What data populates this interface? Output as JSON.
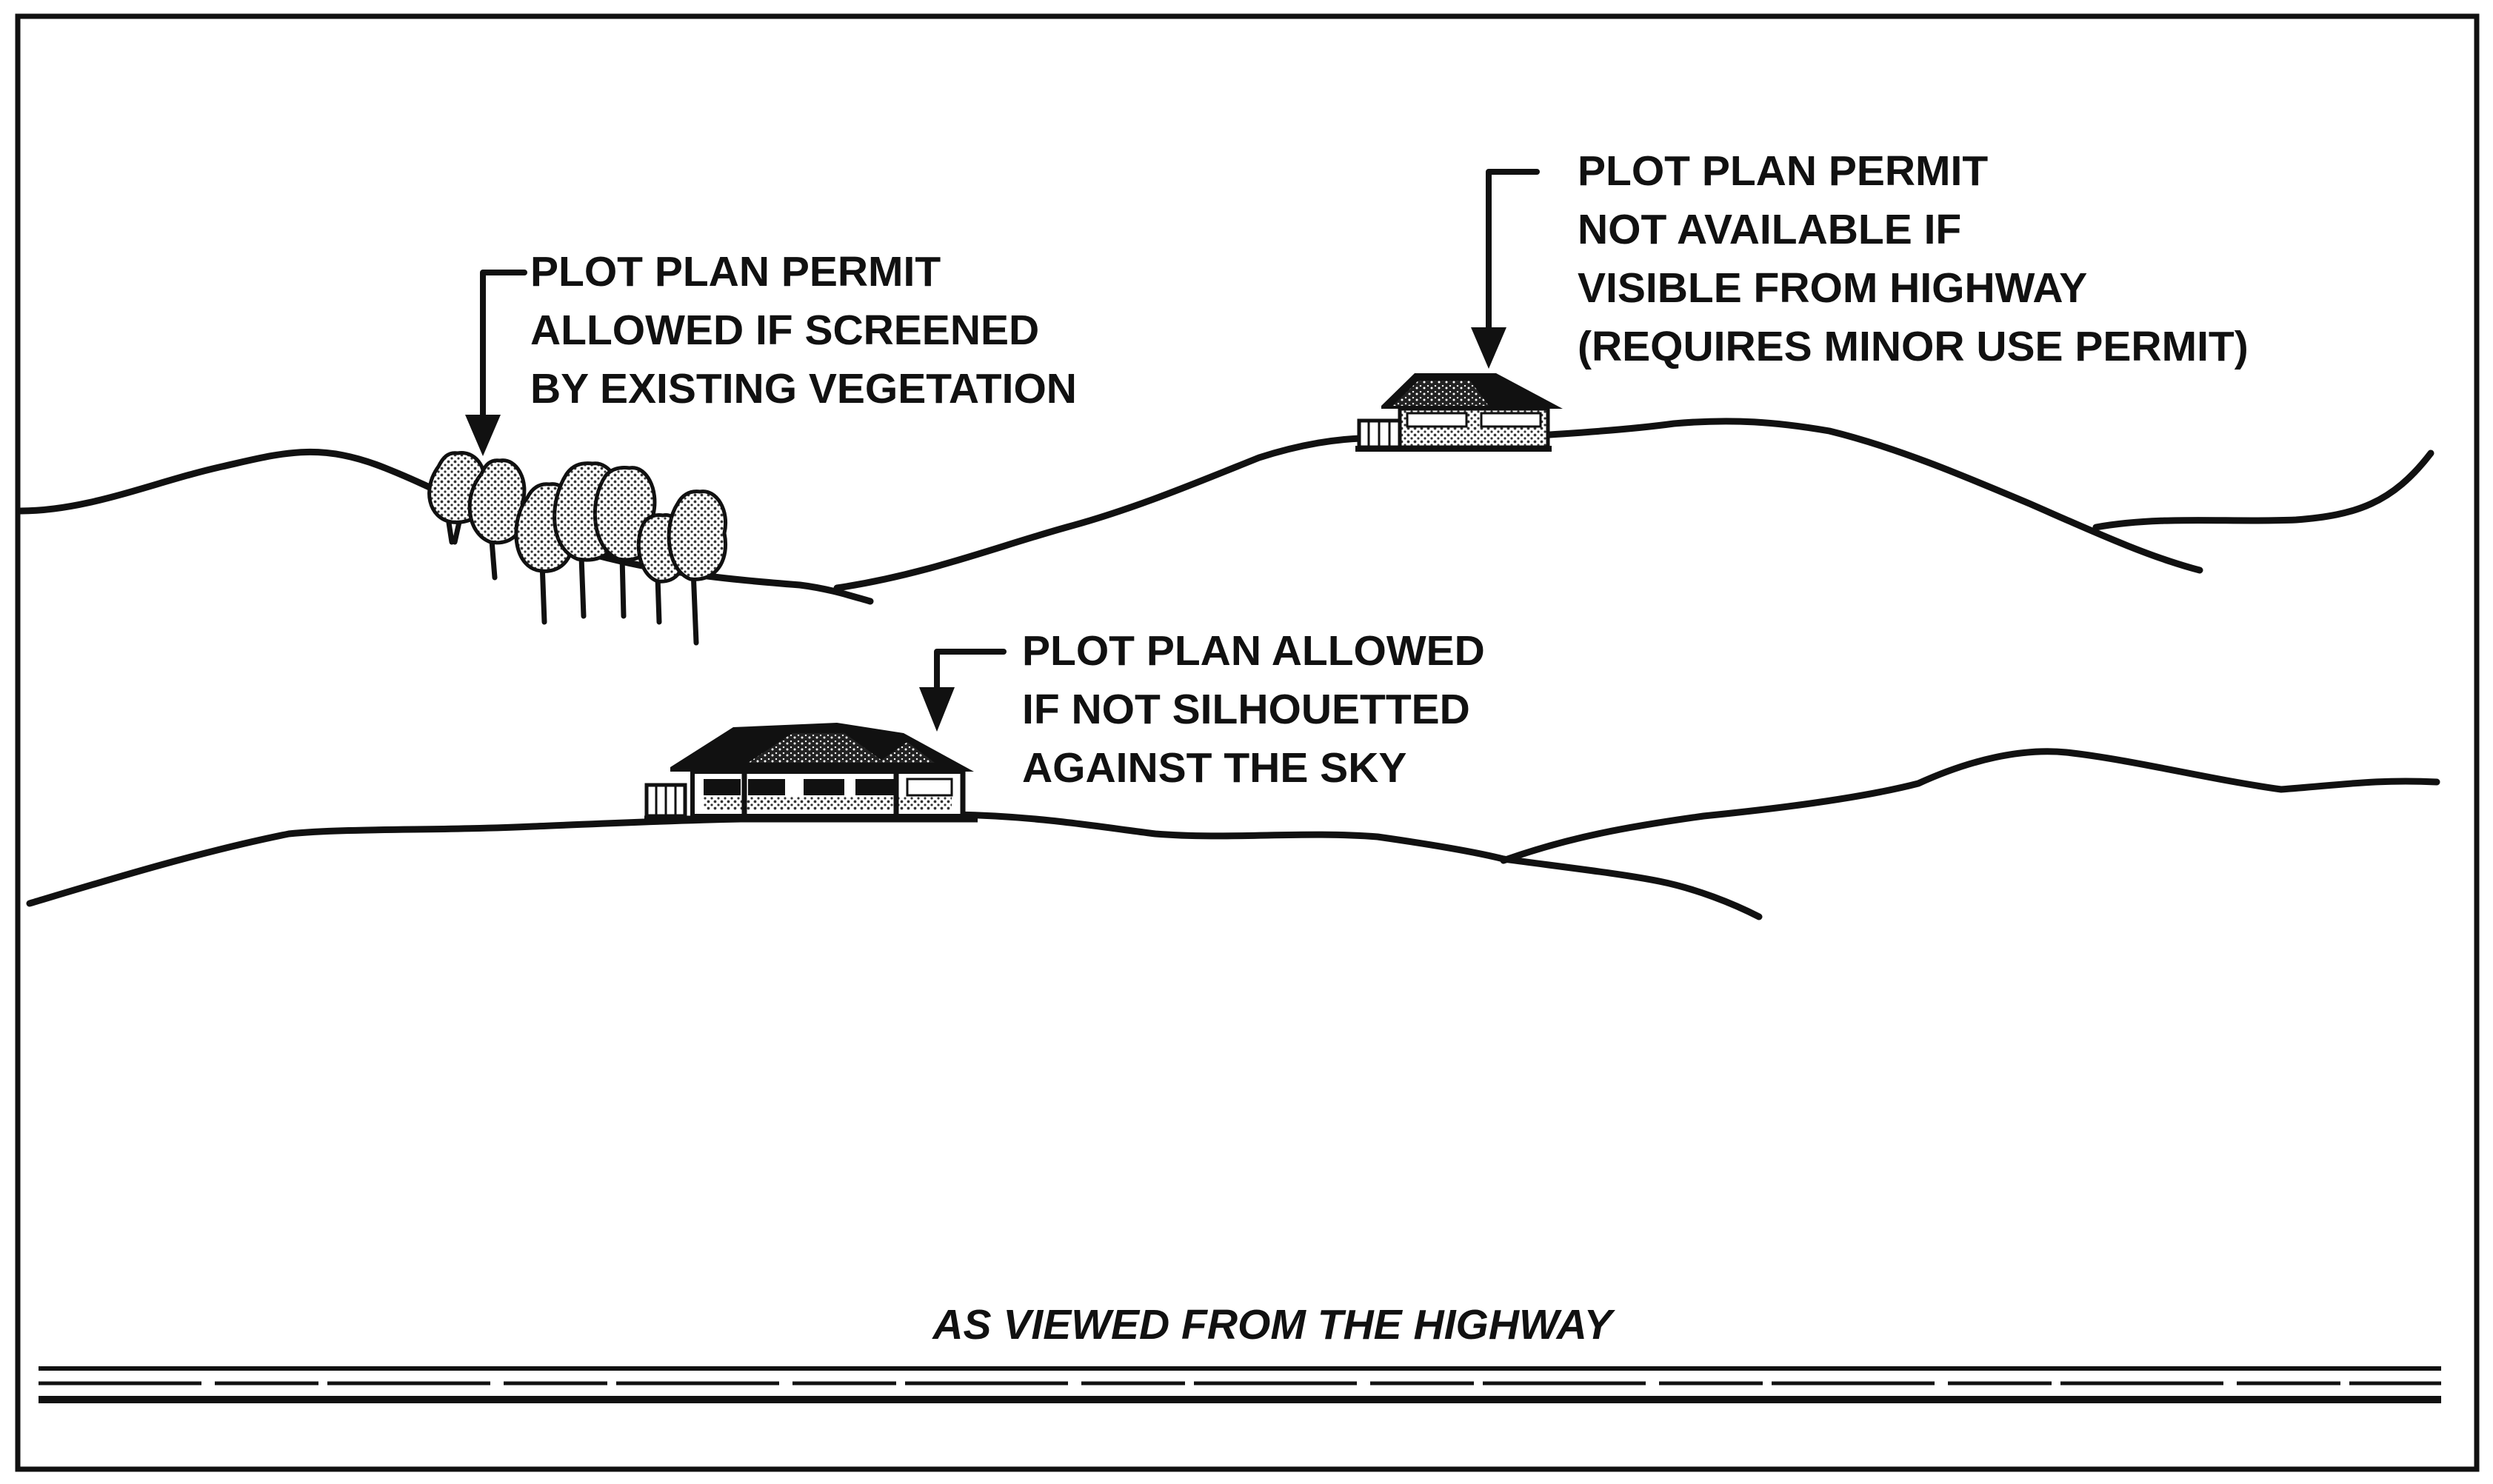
{
  "callouts": {
    "vegetation": {
      "lines": [
        "PLOT PLAN PERMIT",
        "ALLOWED IF SCREENED",
        "BY EXISTING VEGETATION"
      ]
    },
    "ridge_house": {
      "lines": [
        "PLOT PLAN PERMIT",
        "NOT AVAILABLE IF",
        "VISIBLE FROM HIGHWAY",
        "(REQUIRES MINOR USE PERMIT)"
      ]
    },
    "lower_house": {
      "lines": [
        "PLOT PLAN ALLOWED",
        "IF NOT SILHOUETTED",
        "AGAINST THE SKY"
      ]
    }
  },
  "caption": "AS VIEWED FROM THE HIGHWAY",
  "colors": {
    "ink": "#111111",
    "background": "#ffffff",
    "stipple": "#555555"
  }
}
